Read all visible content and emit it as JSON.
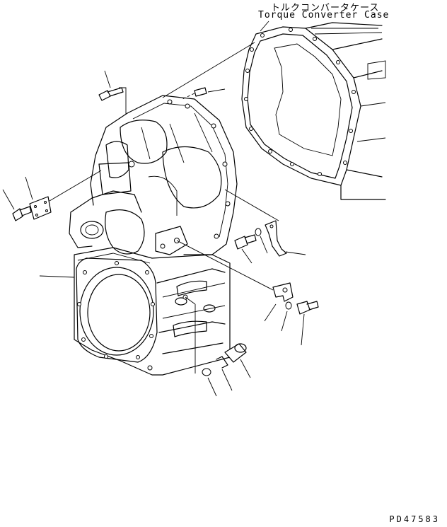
{
  "labels": {
    "title_jp": "トルクコンバータケース",
    "title_en": "Torque Converter Case",
    "drawing_number": "PD47583"
  }
}
